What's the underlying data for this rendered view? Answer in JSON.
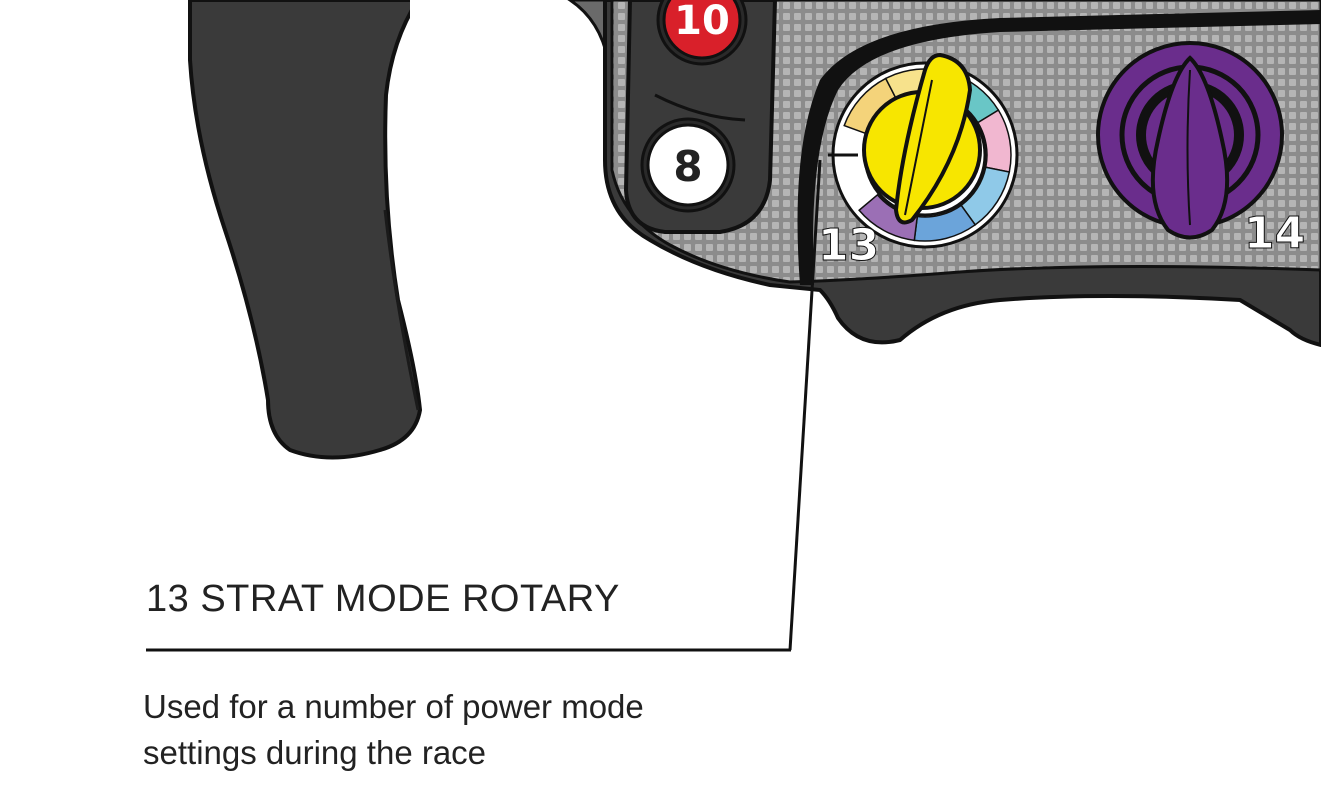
{
  "buttons": [
    {
      "number": "10",
      "color": "#d9202a",
      "text_color": "#ffffff"
    },
    {
      "number": "8",
      "color": "#ffffff",
      "text_color": "#222222"
    }
  ],
  "rotaries": [
    {
      "number": "13",
      "knob_color": "#f7e600",
      "segment_colors": [
        "#f4d37a",
        "#f7e28c",
        "#69c6c6",
        "#f1b7d0",
        "#8fc9e8",
        "#6ba4da",
        "#9b6fb5"
      ]
    },
    {
      "number": "14",
      "knob_color": "#6a2d8c"
    }
  ],
  "callout": {
    "heading": "13 STRAT MODE ROTARY",
    "description_lines": [
      "Used for a number of power mode",
      "settings during the race"
    ]
  },
  "colors": {
    "body_dark": "#3a3a3a",
    "panel_gray": "#8c8c8c",
    "outline": "#111111"
  }
}
